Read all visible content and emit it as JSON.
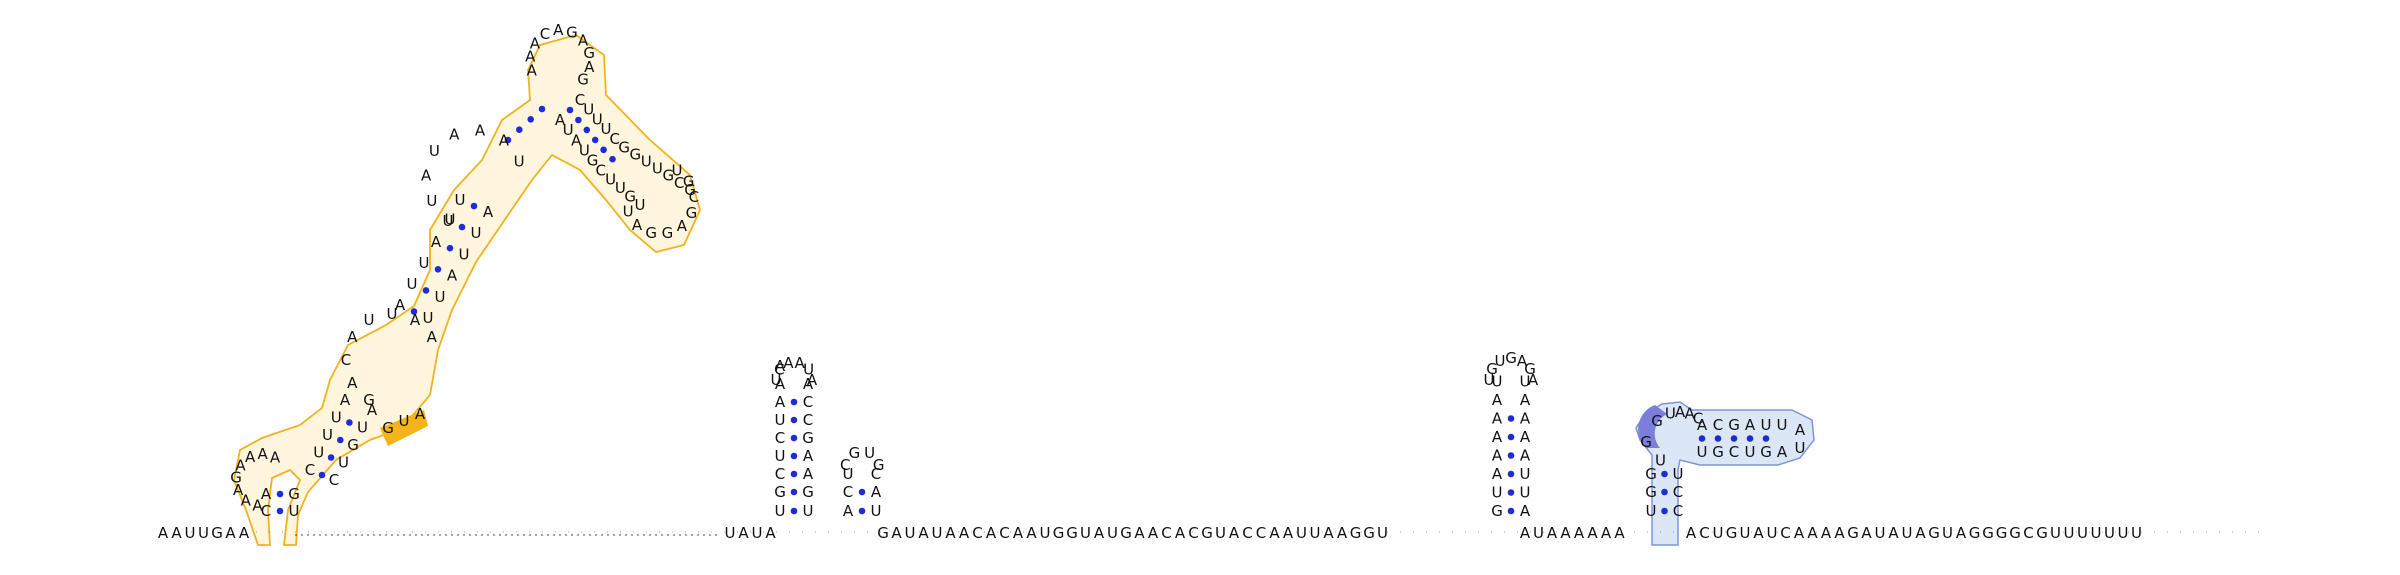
{
  "diagram": {
    "colors": {
      "background": "#ffffff",
      "nucleotide_text": "#111111",
      "backbone": "#444444",
      "base_pair_dot": "#1f2bd6",
      "highlight_orange_fill": "#fff6dd",
      "highlight_orange_stroke": "#f2b21d",
      "highlight_orange_solid": "#f4b21b",
      "highlight_blue_fill": "#dbe6f7",
      "highlight_blue_stroke": "#7f95d6",
      "highlight_blue_solid": "#7b7fd9"
    },
    "sequence_prefix": "AAUUGAA",
    "sequence_middle": "UAUA",
    "sequence_tail": "GAUAUAACACAAUGGUAUGAACACGUACCAAUUAAGGU",
    "sequence_tail2": "AUAAAAAA",
    "sequence_end": "ACUGUAUCAAAAGAUAUAGUAGGGGCGUUUUUUU",
    "helix1": {
      "left": "UGCUCUAAA",
      "loop": "UCAAUA",
      "right": "UGAAGCCA"
    },
    "helix2": {
      "left": "ACU",
      "loop": "CGUG",
      "right": "UAC"
    },
    "helix3": {
      "left": "GUAAAAAU",
      "loop": "UGUGAGA",
      "right": "AUUAAAAU"
    },
    "helix4": {
      "stem_left": "GGU",
      "stem_right": "CCU",
      "loop_left": "UGG",
      "top_left": "UAAC",
      "top_pairs_top": "ACGAUU",
      "top_pairs_bottom": "UGCUGA",
      "hairpin": "AU"
    },
    "large_structure": {
      "bottom_left_loop": "AAAGAAAA",
      "segment_a": "CUUUA",
      "segment_b": "GACAUUAA",
      "segment_c": "AUUAUU",
      "segment_d": "UUAUAAAU",
      "segment_e": "UUAUUA",
      "top_loop": "AAACAGAGAG",
      "side_a": "CUUUCGGUUGCGUGCGAGGAU",
      "side_b": "AUAUGCUUGU",
      "highlight_label": "GUA"
    }
  }
}
